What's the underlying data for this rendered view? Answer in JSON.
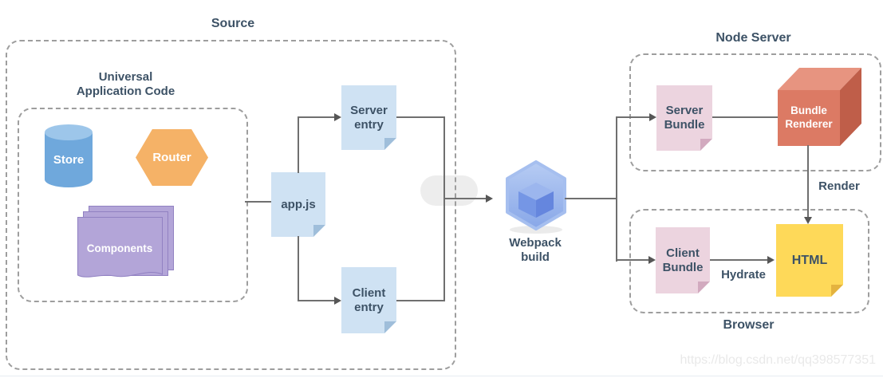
{
  "groups": {
    "source": "Source",
    "universal_line1": "Universal",
    "universal_line2": "Application Code",
    "node_server": "Node Server",
    "browser": "Browser"
  },
  "nodes": {
    "store": "Store",
    "router": "Router",
    "components": "Components",
    "app_js": "app.js",
    "server_entry": "Server entry",
    "client_entry": "Client entry",
    "webpack_build": "Webpack build",
    "server_bundle": "Server Bundle",
    "bundle_renderer": "Bundle Renderer",
    "client_bundle": "Client Bundle",
    "html": "HTML"
  },
  "edges": {
    "render": "Render",
    "hydrate": "Hydrate"
  },
  "watermark": "https://blog.csdn.net/qq398577351",
  "colors": {
    "label_text": "#3d5266",
    "connector_line": "#6f6f6f",
    "dashed_border": "#9e9e9e",
    "doc_blue": "#cfe2f3",
    "doc_pink": "#ecd4df",
    "doc_yellow": "#fed959",
    "store_cylinder": "#6fa8dc",
    "router_hexagon": "#f5b267",
    "components_purple": "#b3a5d8",
    "bundle_renderer_front": "#dc7a64",
    "bundle_renderer_top": "#e79480",
    "bundle_renderer_side": "#bf5e49",
    "webpack_cube": "#8ba9e9"
  }
}
